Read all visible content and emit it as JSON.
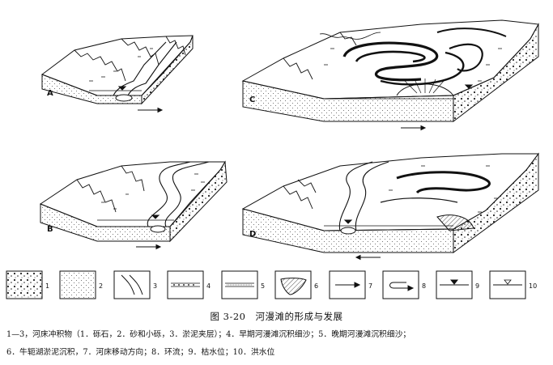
{
  "panels": [
    {
      "label": "A"
    },
    {
      "label": "B"
    },
    {
      "label": "C"
    },
    {
      "label": "D"
    }
  ],
  "legend": [
    {
      "num": "1",
      "symbol": "gravel-dots"
    },
    {
      "num": "2",
      "symbol": "sand-dots"
    },
    {
      "num": "3",
      "symbol": "silt-clay-lines"
    },
    {
      "num": "4",
      "symbol": "early-floodplain-fine-sand"
    },
    {
      "num": "5",
      "symbol": "late-floodplain-fine-sand"
    },
    {
      "num": "6",
      "symbol": "oxbow-lake-deposit"
    },
    {
      "num": "7",
      "symbol": "channel-migration-arrow"
    },
    {
      "num": "8",
      "symbol": "circulation-loop"
    },
    {
      "num": "9",
      "symbol": "low-water-level"
    },
    {
      "num": "10",
      "symbol": "flood-water-level"
    }
  ],
  "caption": {
    "title": "图 3-20　河漫滩的形成与发展",
    "line1": "1—3，河床冲积物（1．砾石，2．砂和小砾，3．淤泥夹层）；4．早期河漫滩沉积细沙；5．晚期河漫滩沉积细沙；",
    "line2": "6．牛轭湖淤泥沉积，7．河床移动方向；8．环流；9．枯水位；10．洪水位"
  }
}
